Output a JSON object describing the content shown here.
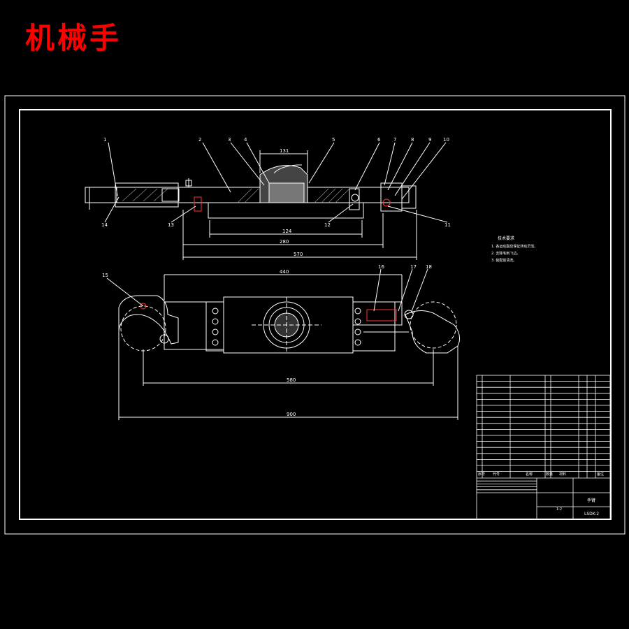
{
  "title": "机械手",
  "part_callouts_top": [
    "1",
    "2",
    "3",
    "4",
    "5",
    "6",
    "7",
    "8",
    "9",
    "10",
    "11",
    "12",
    "13",
    "14"
  ],
  "part_callouts_bottom": [
    "15",
    "16",
    "17",
    "18"
  ],
  "dimensions_top": [
    "131",
    "124",
    "280",
    "570"
  ],
  "dimensions_bottom": [
    "440",
    "580",
    "900"
  ],
  "notes": {
    "heading": "技术要求",
    "lines": [
      "1. 各运动副应保证转动灵活。",
      "2. 去除毛刺飞边。",
      "3. 装配前清洗。"
    ]
  },
  "title_block": {
    "drawing_name": "手臂",
    "drawing_number": "LSDK-2",
    "scale": "1:2",
    "row_labels": [
      "序号",
      "代号",
      "名称",
      "数量",
      "材料",
      "备注"
    ]
  }
}
